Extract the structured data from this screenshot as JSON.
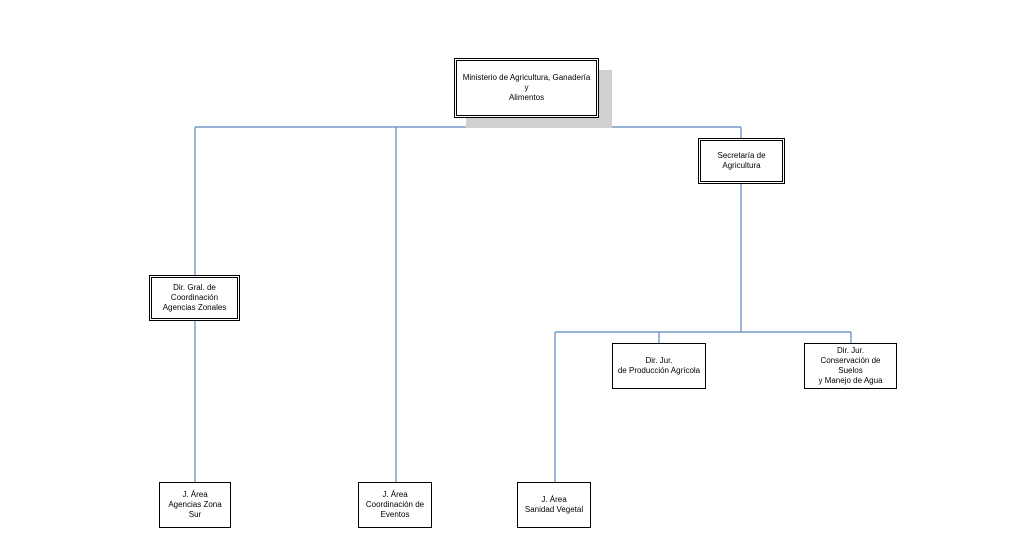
{
  "org_chart": {
    "root": {
      "label": "Ministerio de Agricultura, Ganadería y\nAlimentos"
    },
    "secretaria": {
      "label": "Secretaría de\nAgricultura"
    },
    "dir_coordinacion": {
      "label": "Dir. Gral. de\nCoordinación\nAgencias Zonales"
    },
    "dir_produccion": {
      "label": "Dir. Jur.\nde Producción Agrícola"
    },
    "dir_conservacion": {
      "label": "Dir. Jur.\nConservación de Suelos\ny Manejo de Agua"
    },
    "area_zona_sur": {
      "label": "J. Área\nAgencias Zona Sur"
    },
    "area_eventos": {
      "label": "J. Área\nCoordinación de\nEventos"
    },
    "area_sanidad": {
      "label": "J. Área\nSanidad Vegetal"
    }
  },
  "colors": {
    "connector": "#5a86c0",
    "border": "#000000",
    "shadow": "#d0d0d0"
  }
}
